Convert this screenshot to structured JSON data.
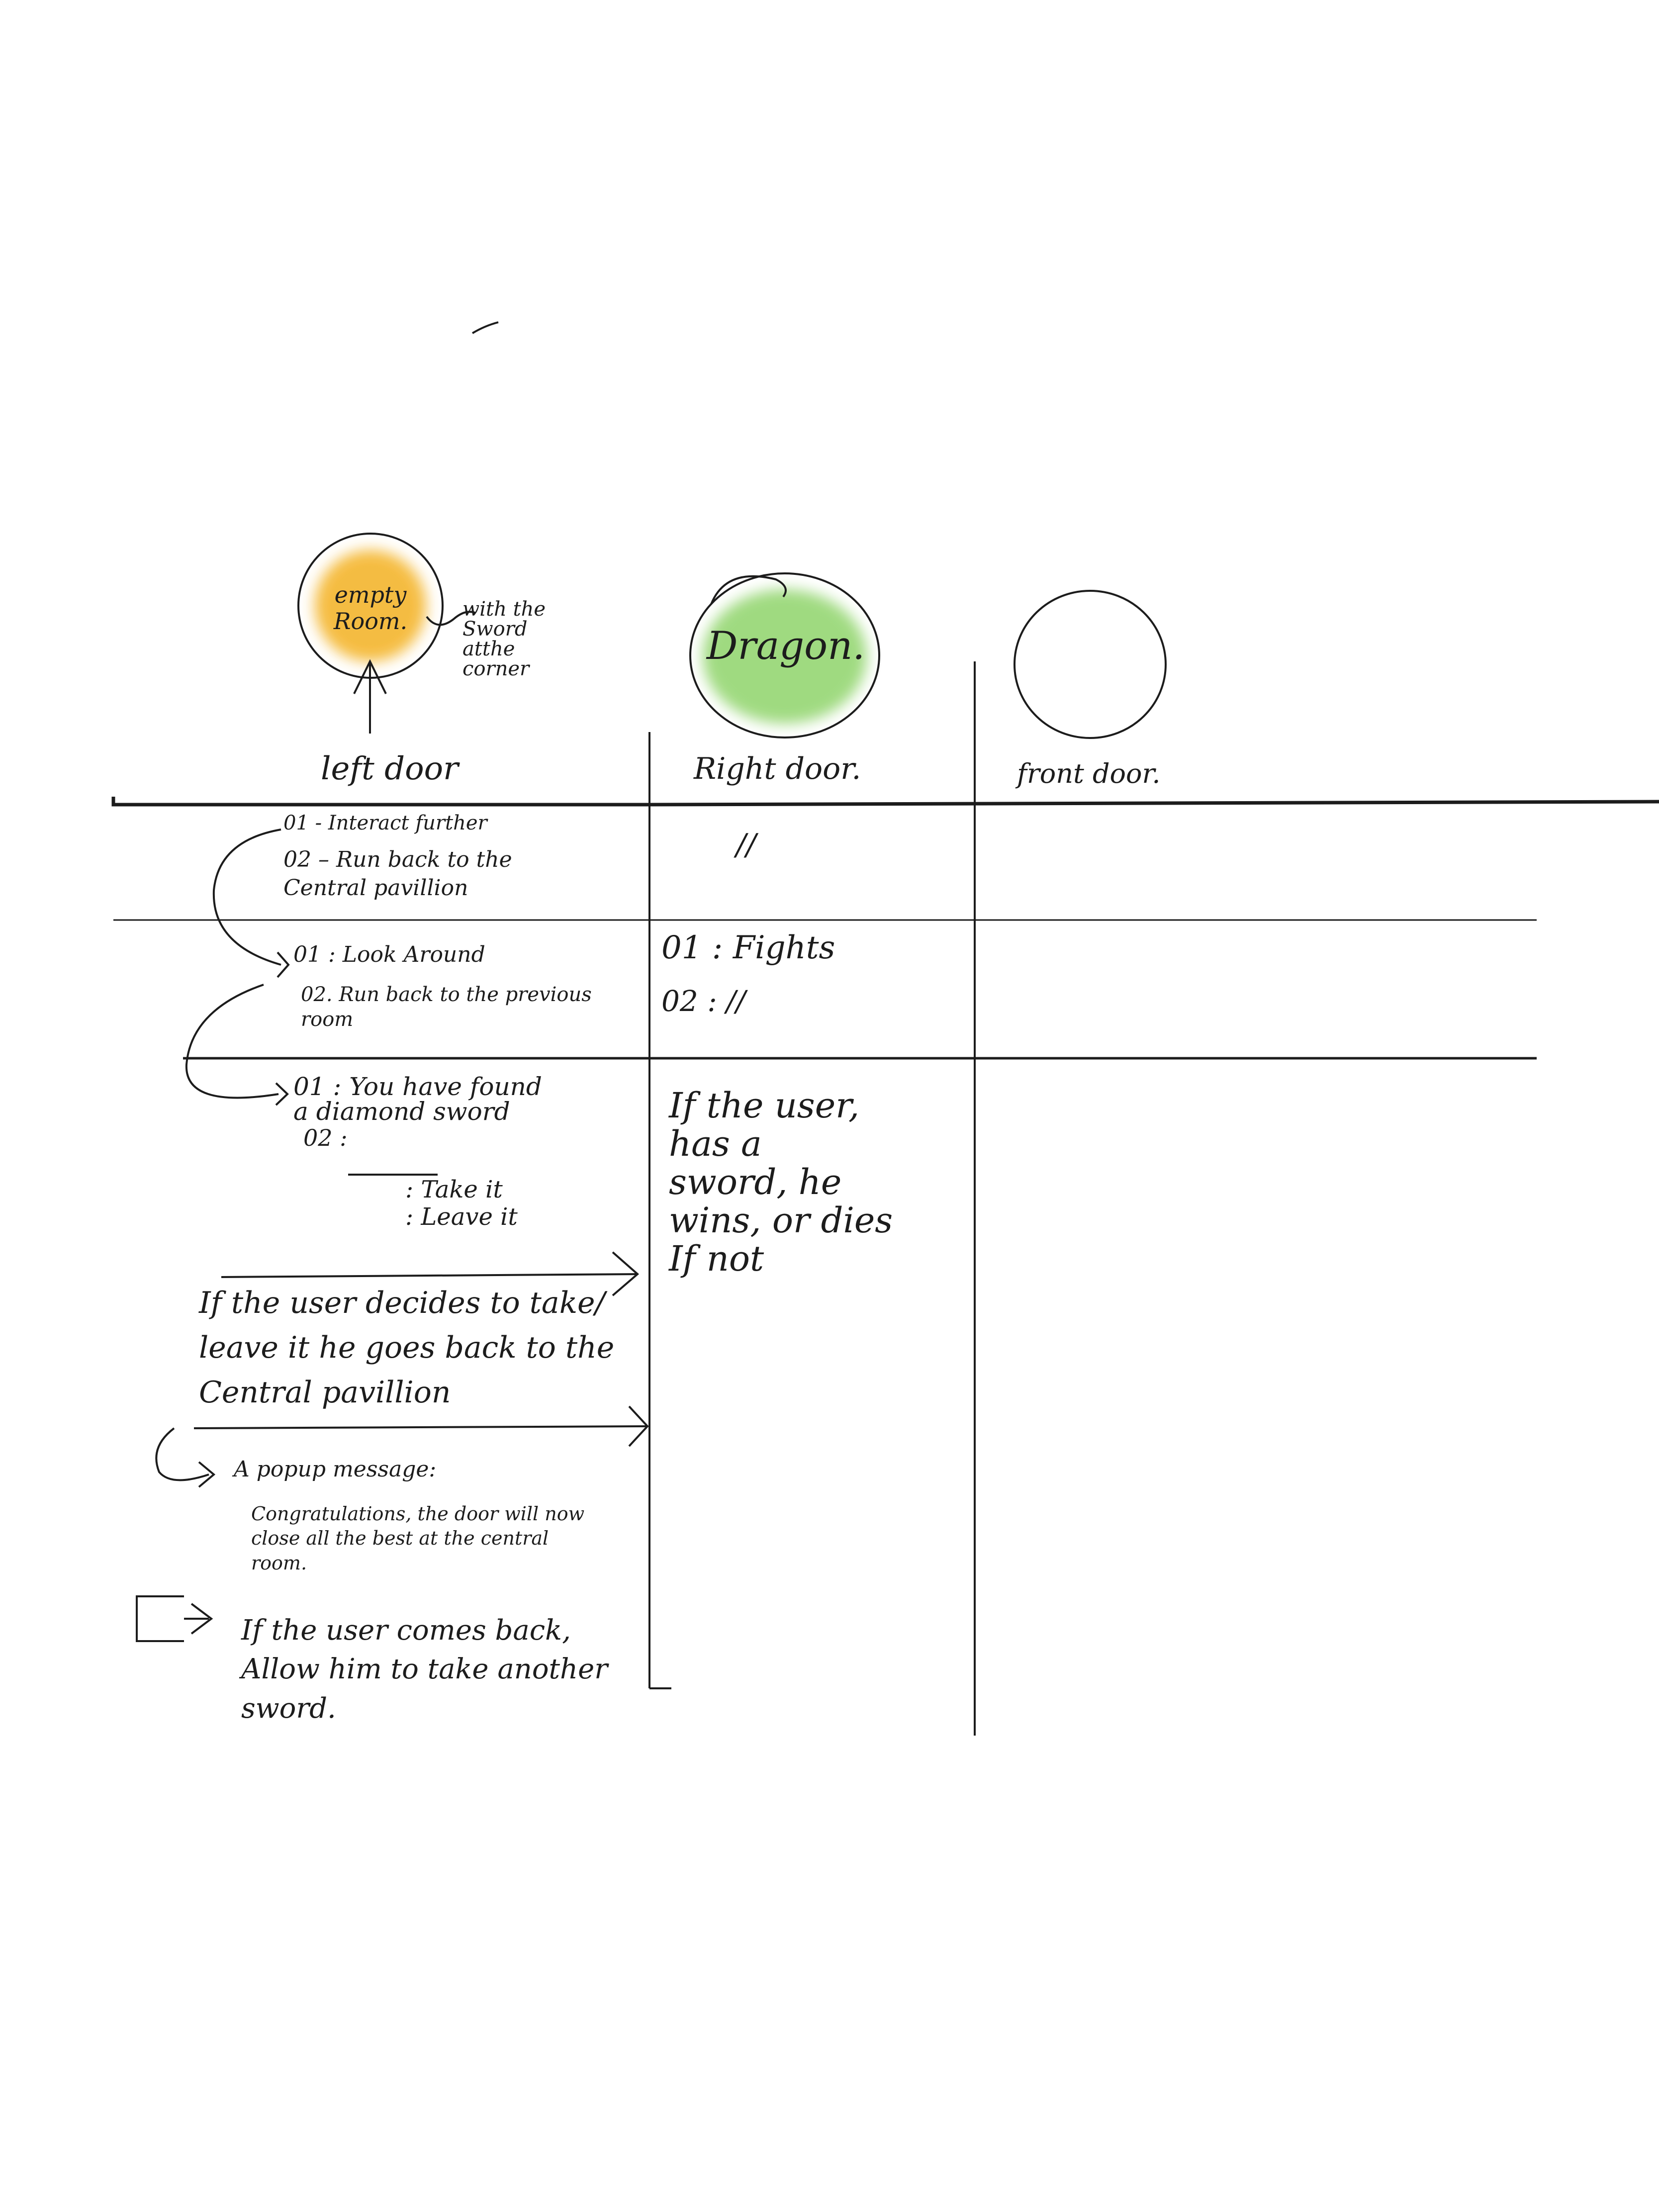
{
  "colors": {
    "ink": "#1c1c1c",
    "empty_room_fill": "#f4b732",
    "dragon_fill": "#8fd46a",
    "paper": "#ffffff"
  },
  "rooms": {
    "left": {
      "label": "empty Room.",
      "note": "with the Sword atthe corner"
    },
    "right": {
      "label": "Dragon."
    },
    "front": {
      "label": ""
    }
  },
  "headers": {
    "left": "left door",
    "right": "Right door.",
    "front": "front door."
  },
  "left_column": {
    "row1_o1": "01 - Interact further",
    "row1_o2": "02 – Run back to the\nCentral pavillion",
    "row2_o1": "01 : Look Around",
    "row2_o2": "02. Run back to the previous\nroom",
    "row3_o1": "01 : You have found\na diamond sword",
    "row3_o2": "02 :",
    "row3_take": ": Take it",
    "row3_leave": ": Leave it",
    "decide_note": "If the user decides to take/\nleave it he goes back to the\nCentral pavillion",
    "popup_label": "A  popup message:",
    "popup_text": "Congratulations, the door will now\nclose all the best at the central\nroom.",
    "comeback_note": "If the user comes back,\nAllow him to take another\nsword."
  },
  "right_column": {
    "row1": "//",
    "row2_o1": "01 : Fights",
    "row2_o2": "02 :  //",
    "row3": "If the user,\nhas a\nsword, he\nwins, or dies\nIf not"
  }
}
